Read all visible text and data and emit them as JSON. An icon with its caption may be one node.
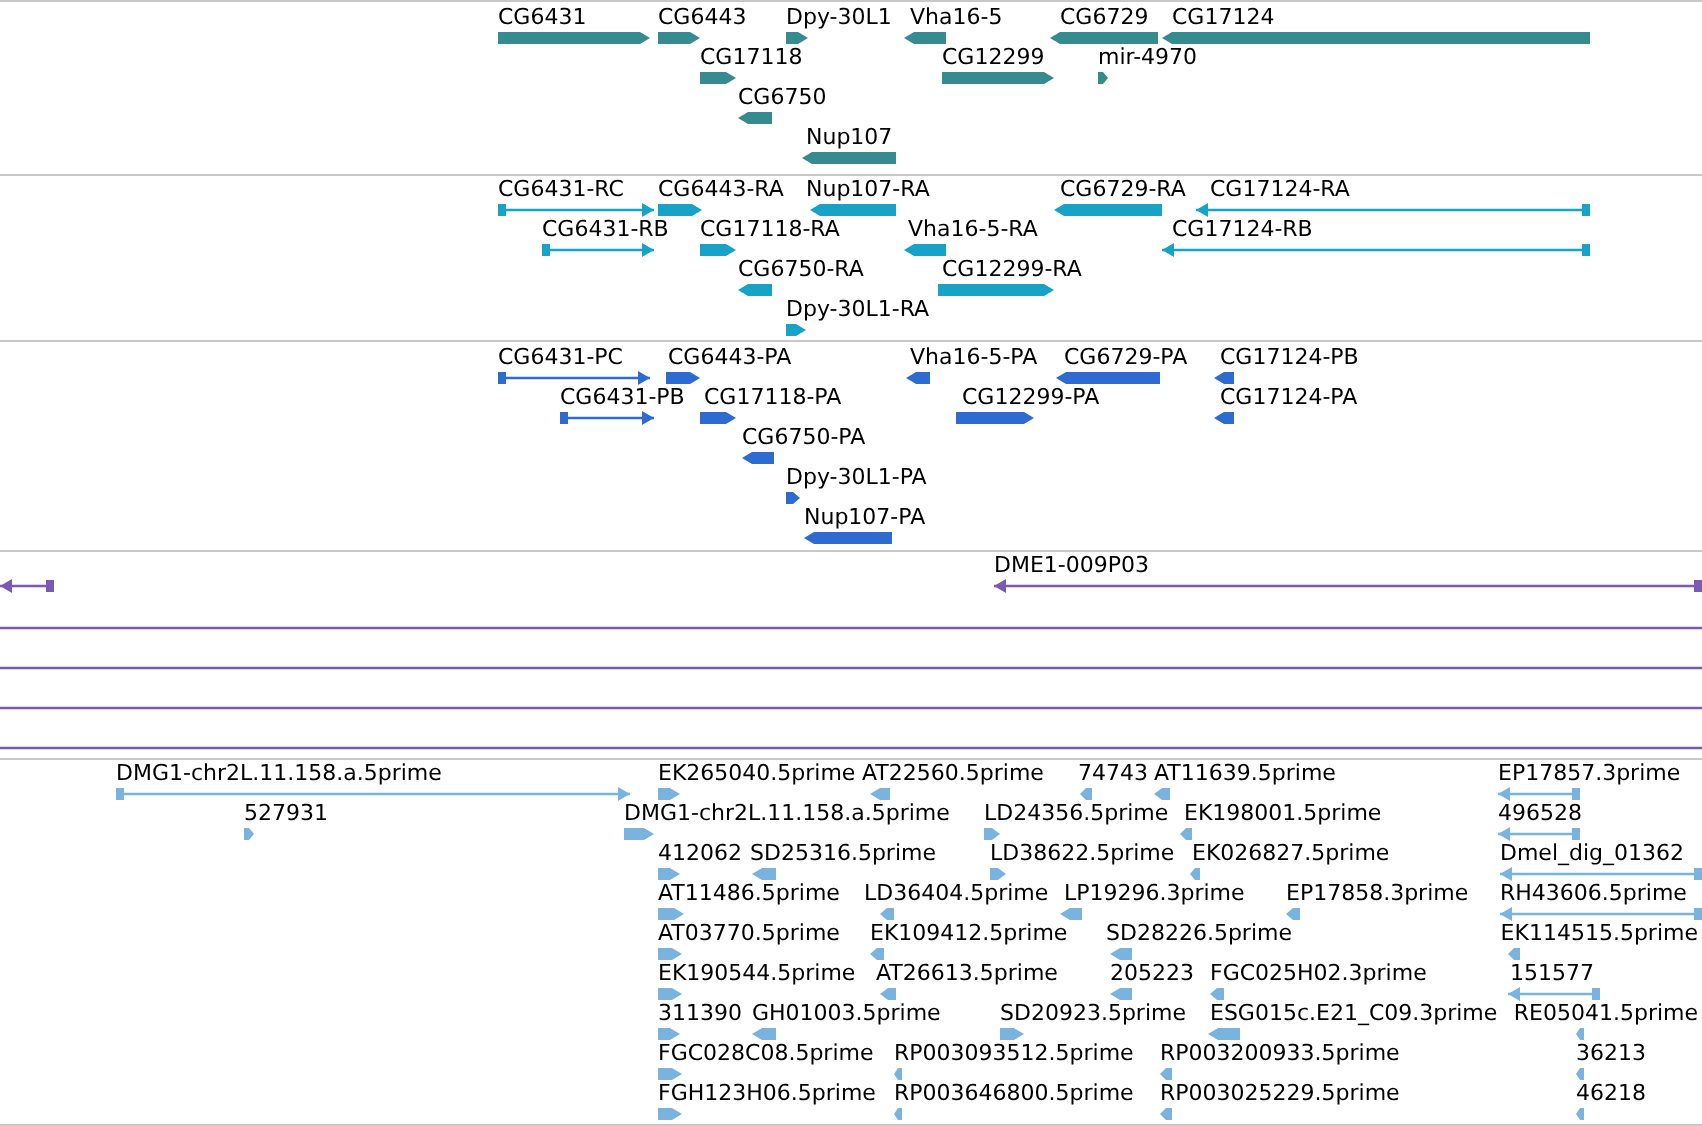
{
  "diagram": {
    "labels": [
      "CG6431",
      "CG6443",
      "Dpy-30L1",
      "Vha16-5",
      "CG6729",
      "CG17124",
      "CG17118",
      "CG12299",
      "mir-4970",
      "CG6750",
      "Nup107",
      "CG6431-RC",
      "CG6443-RA",
      "Nup107-RA",
      "CG6729-RA",
      "CG17124-RA",
      "CG6431-RB",
      "CG17118-RA",
      "Vha16-5-RA",
      "CG17124-RB",
      "CG6750-RA",
      "CG12299-RA",
      "Dpy-30L1-RA",
      "CG6431-PC",
      "CG6443-PA",
      "Vha16-5-PA",
      "CG6729-PA",
      "CG17124-PB",
      "CG6431-PB",
      "CG17118-PA",
      "CG12299-PA",
      "CG17124-PA",
      "CG6750-PA",
      "Dpy-30L1-PA",
      "Nup107-PA",
      "DME1-009P03",
      "DMG1-chr2L.11.158.a.5prime",
      "EK265040.5prime",
      "AT22560.5prime",
      "74743",
      "AT11639.5prime",
      "EP17857.3prime",
      "527931",
      "DMG1-chr2L.11.158.a.5prime",
      "LD24356.5prime",
      "EK198001.5prime",
      "496528",
      "412062",
      "SD25316.5prime",
      "LD38622.5prime",
      "EK026827.5prime",
      "Dmel_dig_01362",
      "AT11486.5prime",
      "LD36404.5prime",
      "LP19296.3prime",
      "EP17858.3prime",
      "RH43606.5prime",
      "AT03770.5prime",
      "EK109412.5prime",
      "SD28226.5prime",
      "EK114515.5prime",
      "EK190544.5prime",
      "AT26613.5prime",
      "205223",
      "FGC025H02.3prime",
      "151577",
      "311390",
      "GH01003.5prime",
      "SD20923.5prime",
      "ESG015c.E21_C09.3prime",
      "RE05041.5prime",
      "FGC028C08.5prime",
      "RP003093512.5prime",
      "RP003200933.5prime",
      "36213",
      "FGH123H06.5prime",
      "RP003646800.5prime",
      "RP003025229.5prime",
      "46218"
    ]
  }
}
